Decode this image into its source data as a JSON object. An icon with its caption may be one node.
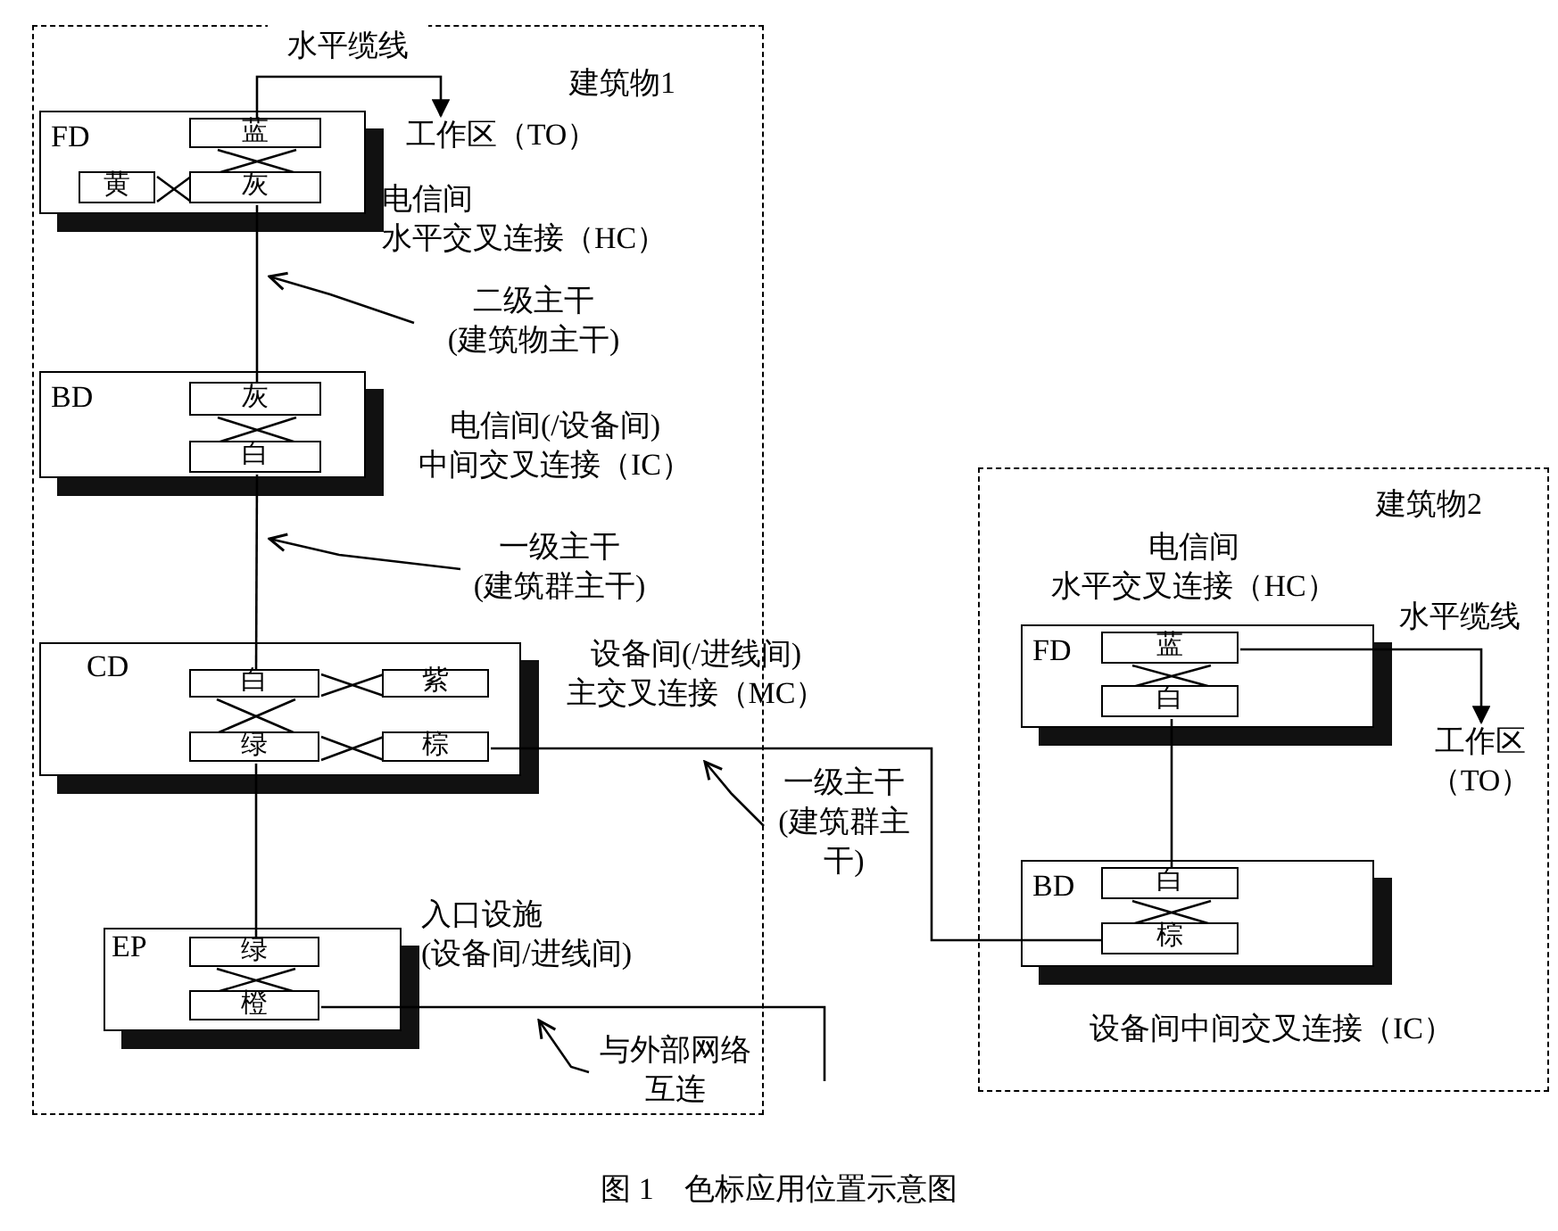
{
  "diagram": {
    "caption": "图 1　色标应用位置示意图",
    "nodes": [
      {
        "text": [
          "建筑物1"
        ]
      },
      {
        "text": [
          "FD"
        ],
        "in": 0,
        "beside": [
          "电信间水平交叉连接（HC）"
        ]
      },
      {
        "text": [
          "蓝"
        ],
        "in": 1
      },
      {
        "text": [
          "黄"
        ],
        "in": 1
      },
      {
        "text": [
          "灰"
        ],
        "in": 1
      },
      {
        "text": [
          "工作区（TO）"
        ],
        "in": 0
      },
      {
        "text": [
          "BD"
        ],
        "in": 0,
        "beside": [
          "电信间(/设备间)中间交叉连接（IC）"
        ]
      },
      {
        "text": [
          "灰"
        ],
        "in": 6
      },
      {
        "text": [
          "白"
        ],
        "in": 6
      },
      {
        "text": [
          "CD"
        ],
        "in": 0,
        "beside": [
          "设备间(/进线间)主交叉连接（MC）"
        ]
      },
      {
        "text": [
          "白"
        ],
        "in": 9
      },
      {
        "text": [
          "紫"
        ],
        "in": 9
      },
      {
        "text": [
          "绿"
        ],
        "in": 9
      },
      {
        "text": [
          "棕"
        ],
        "in": 9
      },
      {
        "text": [
          "EP"
        ],
        "in": 0,
        "beside": [
          "入口设施(设备间/进线间)"
        ]
      },
      {
        "text": [
          "绿"
        ],
        "in": 14
      },
      {
        "text": [
          "橙"
        ],
        "in": 14
      },
      {
        "text": [
          "建筑物2"
        ]
      },
      {
        "text": [
          "FD"
        ],
        "in": 17,
        "beside": [
          "电信间水平交叉连接（HC）"
        ]
      },
      {
        "text": [
          "蓝"
        ],
        "in": 18
      },
      {
        "text": [
          "白"
        ],
        "in": 18
      },
      {
        "text": [
          "工作区（TO）"
        ],
        "in": 17
      },
      {
        "text": [
          "BD"
        ],
        "in": 17,
        "beside": [
          "设备间中间交叉连接（IC）"
        ]
      },
      {
        "text": [
          "白"
        ],
        "in": 22
      },
      {
        "text": [
          "棕"
        ],
        "in": 22
      },
      {
        "text": [
          "二级主干(建筑物主干)"
        ],
        "in": 0
      },
      {
        "text": [
          "一级主干(建筑群主干)"
        ],
        "in": 0
      },
      {
        "text": [
          "一级主干(建筑群主干)"
        ]
      },
      {
        "text": [
          "与外部网络互连"
        ],
        "in": 0
      }
    ],
    "edges": [
      {
        "from": 2,
        "to": 4,
        "arrow": "none"
      },
      {
        "from": 3,
        "to": 4,
        "arrow": "none"
      },
      {
        "from": 7,
        "to": 8,
        "arrow": "none"
      },
      {
        "from": 10,
        "to": 11,
        "arrow": "none"
      },
      {
        "from": 10,
        "to": 12,
        "arrow": "none"
      },
      {
        "from": 12,
        "to": 13,
        "arrow": "none"
      },
      {
        "from": 15,
        "to": 16,
        "arrow": "none"
      },
      {
        "from": 19,
        "to": 20,
        "arrow": "none"
      },
      {
        "from": 23,
        "to": 24,
        "arrow": "none"
      },
      {
        "from": 2,
        "to": 5,
        "arrow": "to",
        "label": "水平缆线"
      },
      {
        "from": 4,
        "to": 7,
        "arrow": "none"
      },
      {
        "from": 8,
        "to": 10,
        "arrow": "none"
      },
      {
        "from": 12,
        "to": 15,
        "arrow": "none"
      },
      {
        "from": 13,
        "to": 24,
        "arrow": "none"
      },
      {
        "from": 16,
        "to": null,
        "arrow": "none"
      },
      {
        "from": 19,
        "to": 21,
        "arrow": "to",
        "label": "水平缆线"
      },
      {
        "from": 20,
        "to": 23,
        "arrow": "none"
      },
      {
        "from": 25,
        "to": null,
        "arrow": "to"
      },
      {
        "from": 26,
        "to": null,
        "arrow": "to"
      },
      {
        "from": 27,
        "to": null,
        "arrow": "to"
      },
      {
        "from": 28,
        "to": null,
        "arrow": "to"
      }
    ]
  }
}
